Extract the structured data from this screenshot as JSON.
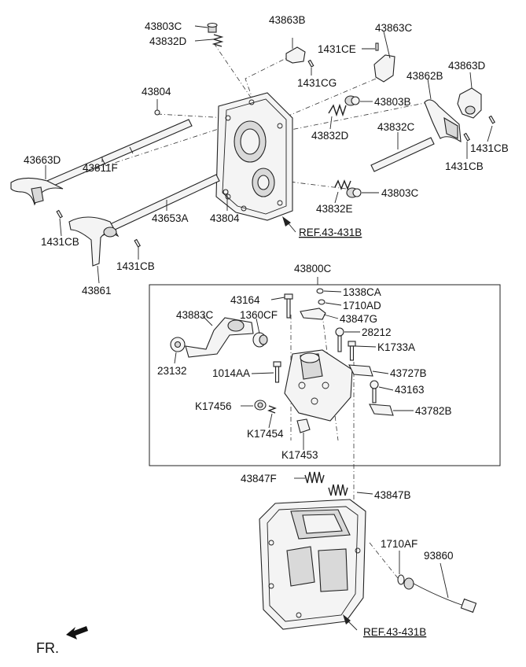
{
  "labels": {
    "p43803C": "43803C",
    "p43832D_top": "43832D",
    "p43863B": "43863B",
    "p43863C": "43863C",
    "p1431CE": "1431CE",
    "p1431CG": "1431CG",
    "p43863D": "43863D",
    "p43862B": "43862B",
    "p43804_top": "43804",
    "p43803B": "43803B",
    "p43832D_mid": "43832D",
    "p43832C": "43832C",
    "p1431CB_r1": "1431CB",
    "p1431CB_r2": "1431CB",
    "p43663D": "43663D",
    "p43811F": "43811F",
    "p43803C_mid": "43803C",
    "p43832E": "43832E",
    "p43653A": "43653A",
    "p43804_mid": "43804",
    "p1431CB_l1": "1431CB",
    "p1431CB_l2": "1431CB",
    "p43861": "43861",
    "p43800C": "43800C",
    "p43164": "43164",
    "p1338CA": "1338CA",
    "p1710AD": "1710AD",
    "p43883C": "43883C",
    "p1360CF": "1360CF",
    "p43847G": "43847G",
    "p28212": "28212",
    "pK1733A": "K1733A",
    "p23132": "23132",
    "p1014AA": "1014AA",
    "p43727B": "43727B",
    "p43163": "43163",
    "pK17456": "K17456",
    "p43782B": "43782B",
    "pK17454": "K17454",
    "pK17453": "K17453",
    "p43847F": "43847F",
    "p43847B": "43847B",
    "p1710AF": "1710AF",
    "p93860": "93860"
  },
  "refs": {
    "upper": "REF.43-431B",
    "lower": "REF.43-431B"
  },
  "direction": {
    "label": "FR."
  }
}
